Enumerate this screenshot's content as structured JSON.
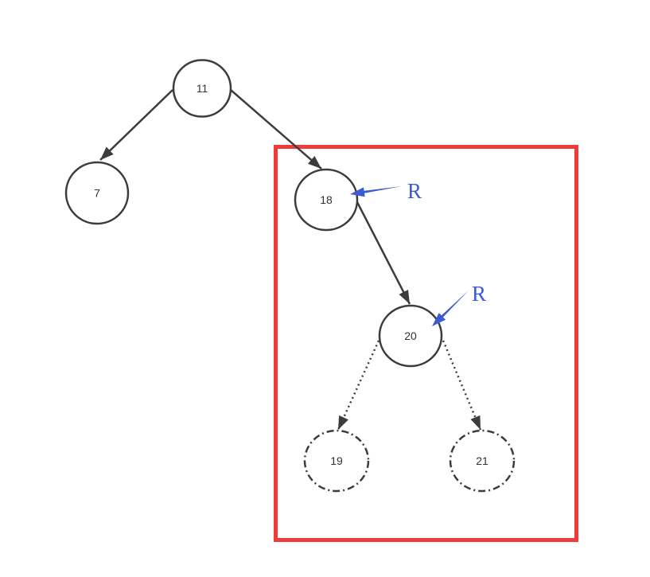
{
  "nodes": [
    {
      "label": "11",
      "dashed": false
    },
    {
      "label": "7",
      "dashed": false
    },
    {
      "label": "18",
      "dashed": false
    },
    {
      "label": "20",
      "dashed": false
    },
    {
      "label": "19",
      "dashed": true
    },
    {
      "label": "21",
      "dashed": true
    }
  ],
  "pointers": [
    {
      "label": "R"
    },
    {
      "label": "R"
    }
  ],
  "colors": {
    "stroke": "#3c3c3c",
    "box": "#ef3b3b",
    "pointer": "#3b5bd6",
    "background": "#ffffff"
  }
}
